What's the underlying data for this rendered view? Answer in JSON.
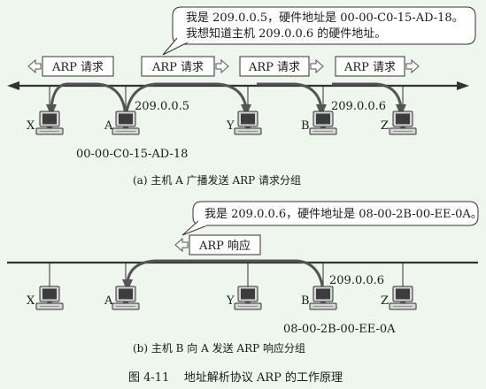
{
  "panel_a": {
    "bubble_line1": "我是 209.0.0.5，硬件地址是 00-00-C0-15-AD-18。",
    "bubble_line2": "我想知道主机 209.0.0.6 的硬件地址。",
    "request_label": "ARP 请求",
    "hosts": [
      {
        "label": "X"
      },
      {
        "label": "A"
      },
      {
        "label": "Y"
      },
      {
        "label": "B"
      },
      {
        "label": "Z"
      }
    ],
    "ip_a": "209.0.0.5",
    "ip_b": "209.0.0.6",
    "mac_a": "00-00-C0-15-AD-18",
    "caption": "(a) 主机 A 广播发送 ARP 请求分组"
  },
  "panel_b": {
    "bubble_text": "我是 209.0.0.6，硬件地址是 08-00-2B-00-EE-0A。",
    "response_label": "ARP 响应",
    "hosts": [
      {
        "label": "X"
      },
      {
        "label": "A"
      },
      {
        "label": "Y"
      },
      {
        "label": "B"
      },
      {
        "label": "Z"
      }
    ],
    "ip_b": "209.0.0.6",
    "mac_b": "08-00-2B-00-EE-0A",
    "caption": "(b) 主机 B 向 A 发送 ARP 响应分组"
  },
  "figure_caption": "图 4-11    地址解析协议 ARP 的工作原理"
}
